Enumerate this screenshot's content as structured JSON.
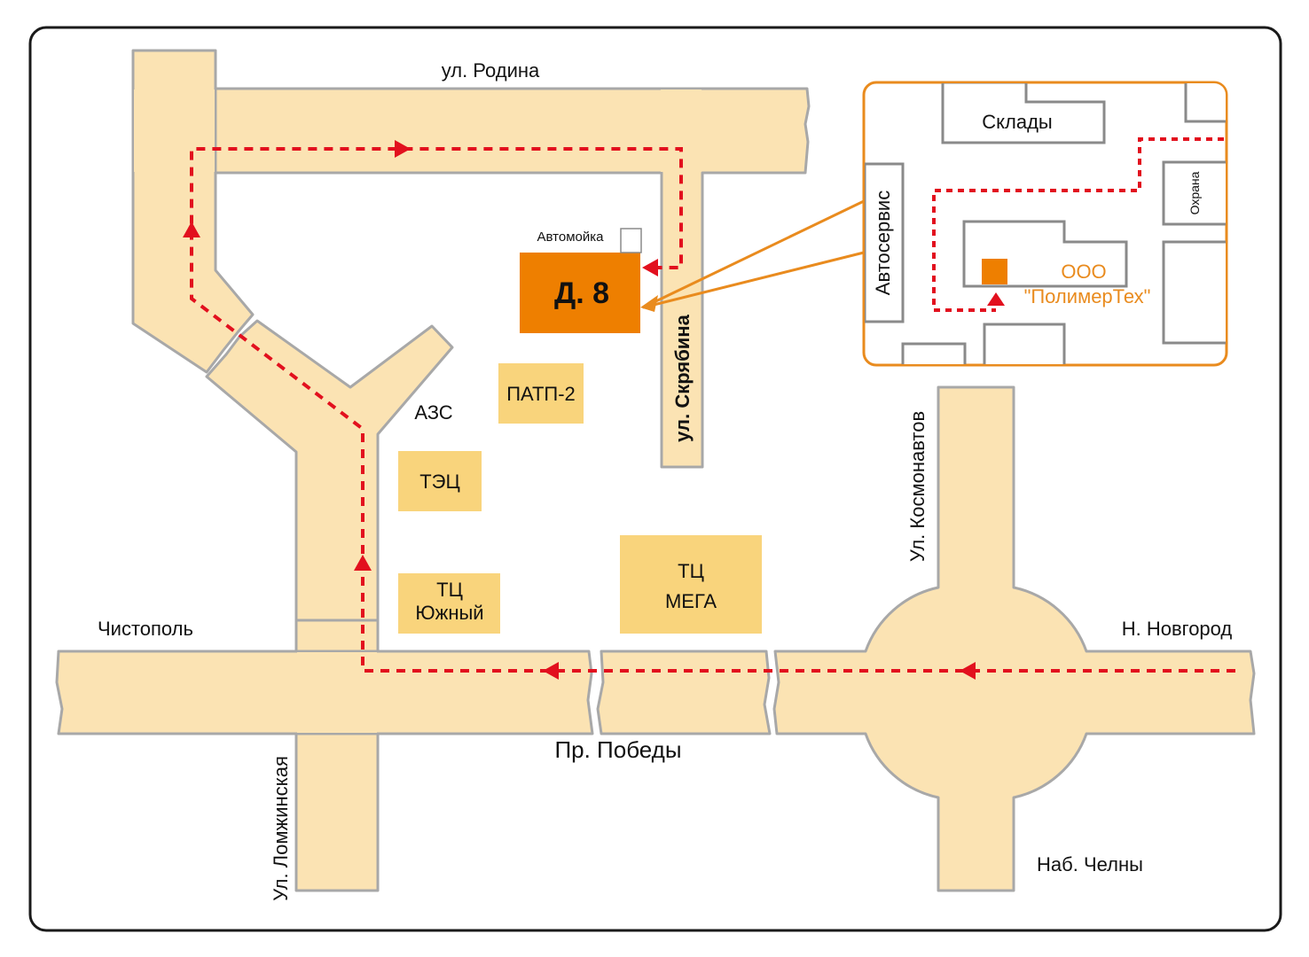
{
  "colors": {
    "road": "#fbe3b3",
    "road_edge": "#a8a8a8",
    "building": "#f9d47c",
    "target": "#ee7f00",
    "route": "#e2101e",
    "inset_frame": "#e98b1e",
    "frame": "#1a1a1a"
  },
  "streets": {
    "rodina": "ул. Родина",
    "skryabina": "ул. Скрябина",
    "kosmonavtov": "Ул. Космонавтов",
    "lomzhinskaya": "Ул. Ломжинская",
    "pobedy": "Пр. Победы"
  },
  "directions": {
    "chistopol": "Чистополь",
    "novgorod": "Н. Новгород",
    "chelny": "Наб. Челны"
  },
  "buildings": {
    "target": "Д. 8",
    "carwash": "Автомойка",
    "patp": "ПАТП-2",
    "azs": "АЗС",
    "tec": "ТЭЦ",
    "yuzhny_line1": "ТЦ",
    "yuzhny_line2": "Южный",
    "mega_line1": "ТЦ",
    "mega_line2": "МЕГА"
  },
  "inset": {
    "warehouses": "Склады",
    "autoservice": "Автосервис",
    "security": "Охрана",
    "company_line1": "ООО",
    "company_line2": "\"ПолимерТех\""
  },
  "route": {
    "icons": [
      "route-direction-arrow"
    ]
  }
}
